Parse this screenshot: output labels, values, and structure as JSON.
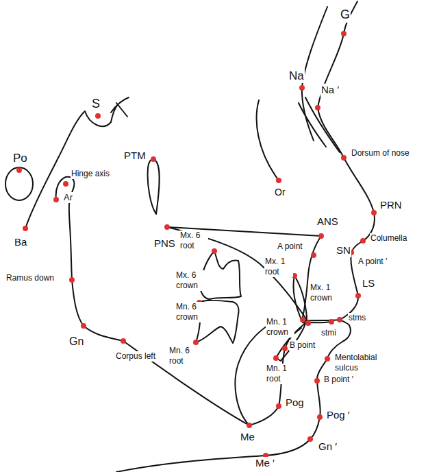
{
  "diagram": {
    "labels": [
      "G",
      "Na",
      "Na ′",
      "S",
      "Po",
      "Hinge axis",
      "PTM",
      "Or",
      "Dorsum of nose",
      "Ar",
      "Ba",
      "PRN",
      "ANS",
      "PNS",
      "Mx. 6 root",
      "A point",
      "SN",
      "Columella",
      "A point ′",
      "Mx. 1 root",
      "LS",
      "Ramus down",
      "Mx. 6 crown",
      "Mx. 1 crown",
      "stms",
      "Mn. 6 crown",
      "Mn. 1 crown",
      "stmi",
      "Gn",
      "Corpus left",
      "Mn. 6 root",
      "Mentolabial sulcus",
      "Mn. 1 root",
      "B point",
      "B point ′",
      "Pog",
      "Pog ′",
      "Me",
      "Gn ′",
      "Me ′"
    ]
  }
}
